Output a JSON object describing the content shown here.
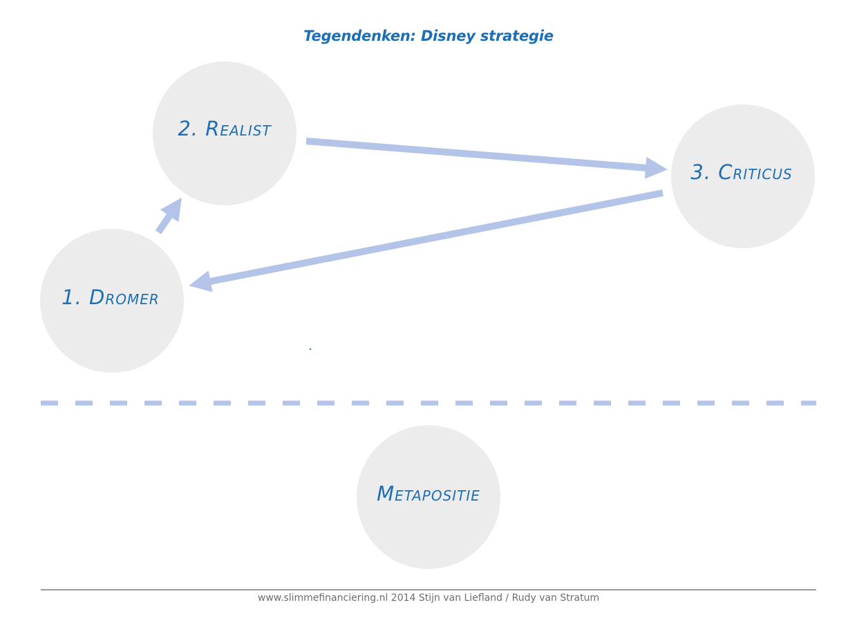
{
  "title": "Tegendenken: Disney strategie",
  "nodes": {
    "dromer": "1. Dromer",
    "realist": "2. Realist",
    "criticus": "3. Criticus",
    "metapositie": "Metapositie"
  },
  "footer": "www.slimmefinanciering.nl 2014 Stijn van Liefland / Rudy van Stratum",
  "colors": {
    "accent_text": "#1c6fb5",
    "circle_fill": "#ececec",
    "arrow": "#b3c4e8",
    "dashed_divider": "#b3c4e8",
    "footer_text": "#6d6d6d",
    "footer_rule": "#9a9a9a"
  }
}
